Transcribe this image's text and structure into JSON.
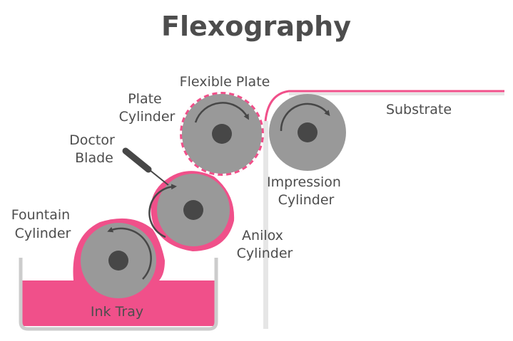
{
  "title": "Flexography",
  "labels": {
    "flexible_plate": "Flexible Plate",
    "plate_cylinder": [
      "Plate",
      "Cylinder"
    ],
    "doctor_blade": [
      "Doctor",
      "Blade"
    ],
    "fountain_cylinder": [
      "Fountain",
      "Cylinder"
    ],
    "impression_cylinder": [
      "Impression",
      "Cylinder"
    ],
    "anilox_cylinder": [
      "Anilox",
      "Cylinder"
    ],
    "substrate": "Substrate",
    "ink_tray": "Ink Tray"
  },
  "colors": {
    "ink": "#f0508a",
    "cylinder": "#999999",
    "hub": "#474747",
    "tray_wall": "#cccccc",
    "text": "#4d4d4d"
  }
}
